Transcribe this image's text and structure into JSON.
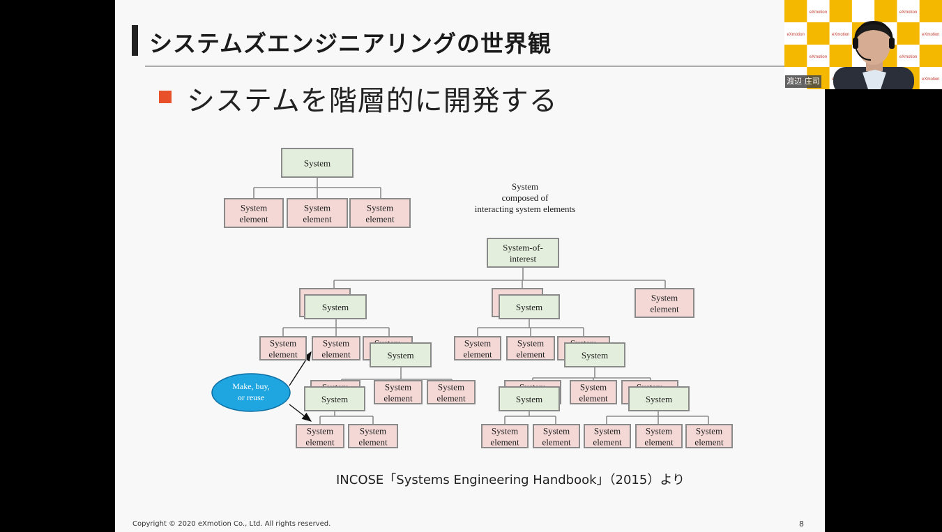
{
  "slide": {
    "title": "システムズエンジニアリングの世界観",
    "bullet": "システムを階層的に開発する",
    "citation": "INCOSE「Systems Engineering Handbook」（2015）より",
    "copyright": "Copyright © 2020 eXmotion Co., Ltd. All rights reserved.",
    "page_number": "8"
  },
  "webcam": {
    "presenter_name": "渡辺 庄司",
    "logo_text": "eXmotion"
  },
  "diagram": {
    "system": "System",
    "system_element_line1": "System",
    "system_element_line2": "element",
    "soi_line1": "System-of-",
    "soi_line2": "interest",
    "caption": [
      "System",
      "composed of",
      "interacting system elements"
    ],
    "decision": [
      "Make, buy,",
      "or reuse"
    ]
  },
  "colors": {
    "system_fill": "#e3eedc",
    "element_fill": "#f3d8d6",
    "bullet": "#e8502a",
    "decision_fill": "#1fa6e0",
    "webcam_yellow": "#f5b800"
  }
}
